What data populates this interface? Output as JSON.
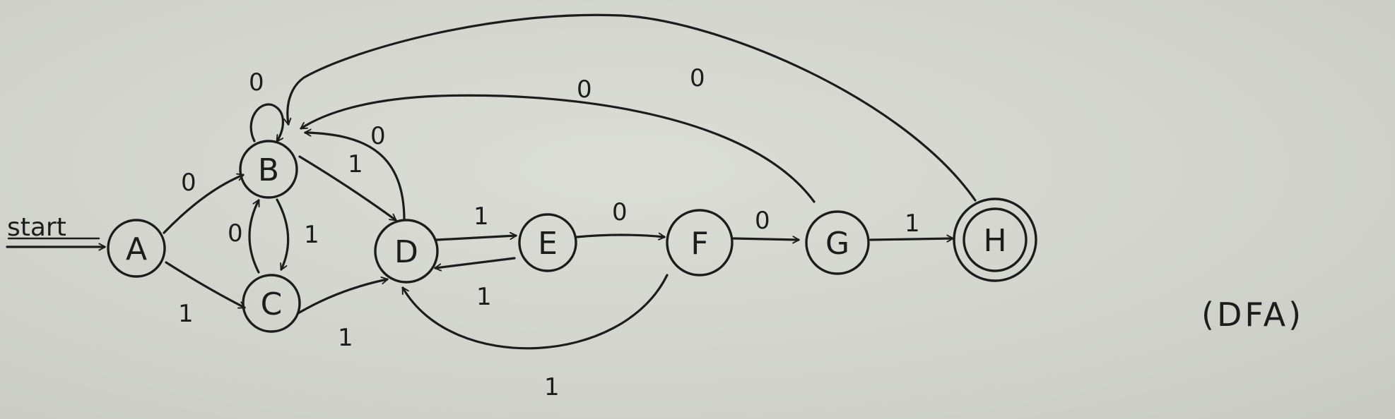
{
  "diagram": {
    "start_label": "start",
    "caption": "(DFA)",
    "states": [
      {
        "id": "A",
        "label": "A",
        "accepting": false
      },
      {
        "id": "B",
        "label": "B",
        "accepting": false
      },
      {
        "id": "C",
        "label": "C",
        "accepting": false
      },
      {
        "id": "D",
        "label": "D",
        "accepting": false
      },
      {
        "id": "E",
        "label": "E",
        "accepting": false
      },
      {
        "id": "F",
        "label": "F",
        "accepting": false
      },
      {
        "id": "G",
        "label": "G",
        "accepting": false
      },
      {
        "id": "H",
        "label": "H",
        "accepting": true
      }
    ],
    "transitions": [
      {
        "from": "A",
        "to": "B",
        "label": "0"
      },
      {
        "from": "A",
        "to": "C",
        "label": "1"
      },
      {
        "from": "B",
        "to": "B",
        "label": "0"
      },
      {
        "from": "B",
        "to": "C",
        "label": "1"
      },
      {
        "from": "B",
        "to": "D",
        "label": "1"
      },
      {
        "from": "C",
        "to": "B",
        "label": "0"
      },
      {
        "from": "C",
        "to": "D",
        "label": "1"
      },
      {
        "from": "D",
        "to": "B",
        "label": "0"
      },
      {
        "from": "D",
        "to": "E",
        "label": "1"
      },
      {
        "from": "E",
        "to": "D",
        "label": "1"
      },
      {
        "from": "E",
        "to": "F",
        "label": "0"
      },
      {
        "from": "F",
        "to": "D",
        "label": "1"
      },
      {
        "from": "F",
        "to": "G",
        "label": "0"
      },
      {
        "from": "G",
        "to": "B",
        "label": "0"
      },
      {
        "from": "G",
        "to": "H",
        "label": "1"
      },
      {
        "from": "H",
        "to": "B",
        "label": "0"
      }
    ]
  }
}
